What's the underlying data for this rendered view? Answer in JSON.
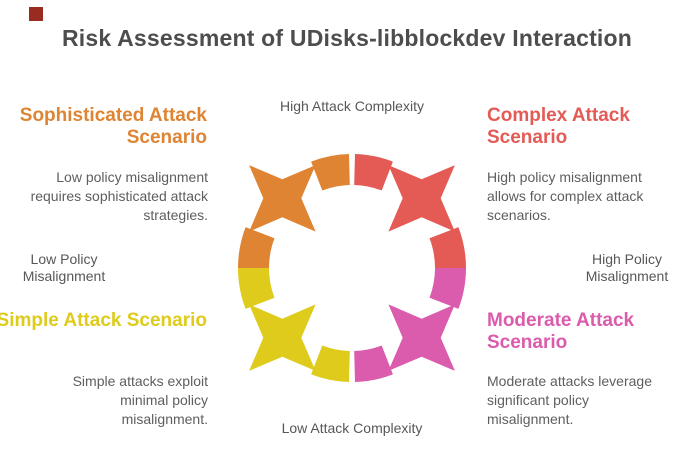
{
  "title": "Risk Assessment of UDisks-libblockdev Interaction",
  "colors": {
    "title_text": "#4d4d4d",
    "body_text": "#5e5e5e",
    "axis_text": "#575757",
    "accent_square": "#9a2b20"
  },
  "axis_labels": {
    "top": "High Attack Complexity",
    "bottom": "Low Attack Complexity",
    "left": "Low Policy Misalignment",
    "right": "High Policy Misalignment"
  },
  "quadrants": [
    {
      "id": "top-left",
      "title": "Sophisticated Attack Scenario",
      "description": "Low policy misalignment requires sophisticated attack strategies.",
      "color": "#de8432"
    },
    {
      "id": "top-right",
      "title": "Complex Attack Scenario",
      "description": "High policy misalignment allows for complex attack scenarios.",
      "color": "#e45b56"
    },
    {
      "id": "bottom-left",
      "title": "Simple Attack Scenario",
      "description": "Simple attacks exploit minimal policy misalignment.",
      "color": "#decb1b"
    },
    {
      "id": "bottom-right",
      "title": "Moderate Attack Scenario",
      "description": "Moderate attacks leverage significant policy misalignment.",
      "color": "#db5bad"
    }
  ]
}
